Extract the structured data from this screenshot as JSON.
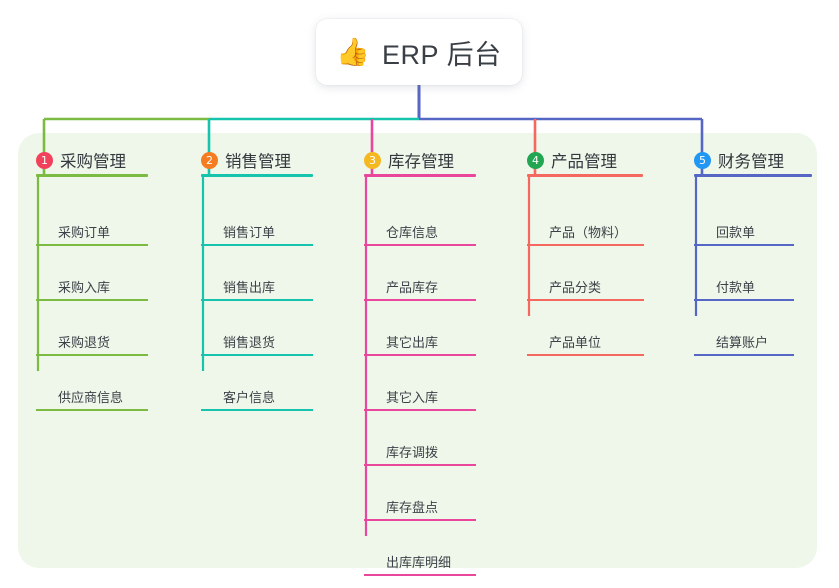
{
  "root": {
    "emoji": "👍",
    "emoji_name": "thumbs-up-icon",
    "title": "ERP 后台"
  },
  "palette": {
    "panel_bg": "#eef7ea",
    "page_bg": "#ffffff",
    "root_line": "#5566c4",
    "bus_green": "#7cbb42",
    "bus_teal": "#16c4ae",
    "bus_blue": "#5566c4"
  },
  "columns": [
    {
      "number": "1",
      "title": "采购管理",
      "badge_color": "#f2415a",
      "line_color": "#7cbb42",
      "items": [
        "采购订单",
        "采购入库",
        "采购退货",
        "供应商信息"
      ]
    },
    {
      "number": "2",
      "title": "销售管理",
      "badge_color": "#f57c20",
      "line_color": "#16c4ae",
      "items": [
        "销售订单",
        "销售出库",
        "销售退货",
        "客户信息"
      ]
    },
    {
      "number": "3",
      "title": "库存管理",
      "badge_color": "#f5b820",
      "line_color": "#e8479b",
      "items": [
        "仓库信息",
        "产品库存",
        "其它出库",
        "其它入库",
        "库存调拨",
        "库存盘点",
        "出库库明细"
      ]
    },
    {
      "number": "4",
      "title": "产品管理",
      "badge_color": "#22a651",
      "line_color": "#f4685f",
      "items": [
        "产品（物料）",
        "产品分类",
        "产品单位"
      ]
    },
    {
      "number": "5",
      "title": "财务管理",
      "badge_color": "#2196f3",
      "line_color": "#5566c4",
      "items": [
        "回款单",
        "付款单",
        "结算账户"
      ]
    }
  ]
}
